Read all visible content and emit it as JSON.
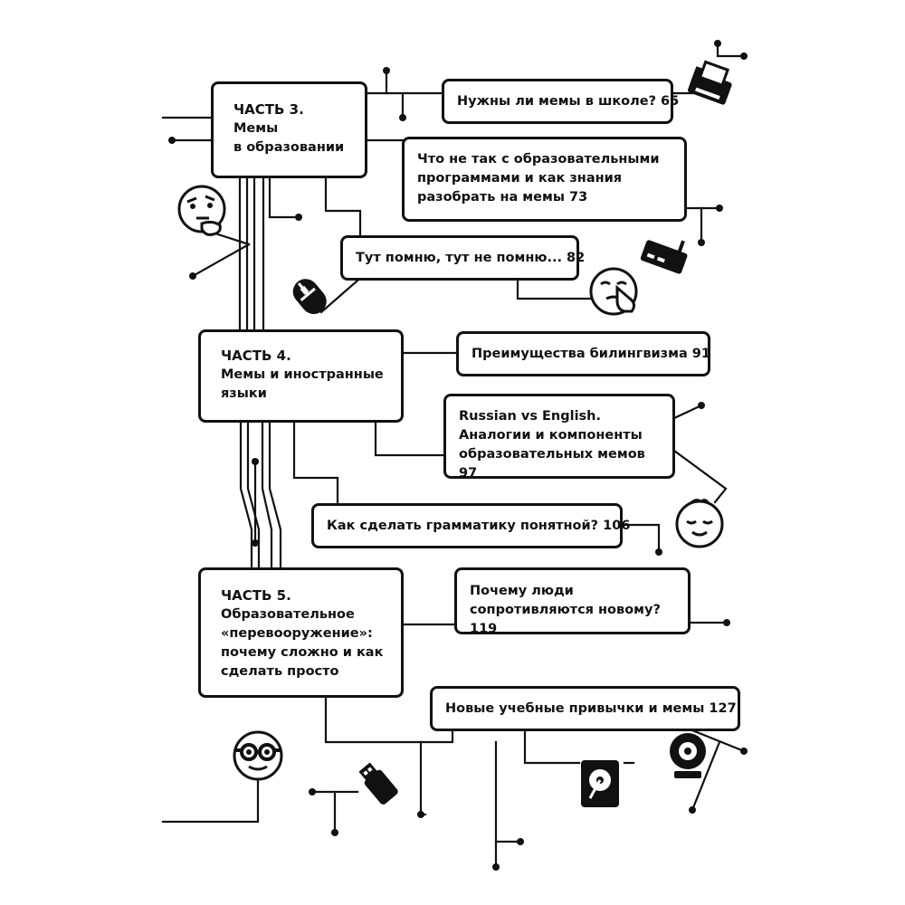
{
  "parts": [
    {
      "title": "ЧАСТЬ 3.",
      "lines": [
        "Мемы",
        "в образовании"
      ]
    },
    {
      "title": "ЧАСТЬ 4.",
      "lines": [
        "Мемы и иностранные",
        "языки"
      ]
    },
    {
      "title": "ЧАСТЬ 5.",
      "lines": [
        "Образовательное",
        "«перевооружение»:",
        "почему сложно и как",
        "сделать просто"
      ]
    }
  ],
  "entries": [
    {
      "lines": [
        "Нужны ли мемы в школе? 65"
      ]
    },
    {
      "lines": [
        "Что не так с образовательными",
        "программами и как знания",
        "разобрать на мемы 73"
      ]
    },
    {
      "lines": [
        "Тут помню, тут не помню... 82"
      ]
    },
    {
      "lines": [
        "Преимущества билингвизма 91"
      ]
    },
    {
      "lines": [
        "Russian vs English.",
        "Аналогии и компоненты",
        "образовательных мемов 97"
      ]
    },
    {
      "lines": [
        "Как сделать грамматику понятной?  106"
      ]
    },
    {
      "lines": [
        "Почему люди",
        "сопротивляются новому?  119"
      ]
    },
    {
      "lines": [
        "Новые учебные привычки и мемы  127"
      ]
    }
  ],
  "icons": [
    "fax-icon",
    "router-icon",
    "thinking-face-icon",
    "mouse-icon",
    "shush-face-icon",
    "relieved-face-icon",
    "nerd-face-icon",
    "usb-stick-icon",
    "hard-drive-icon",
    "webcam-icon"
  ]
}
